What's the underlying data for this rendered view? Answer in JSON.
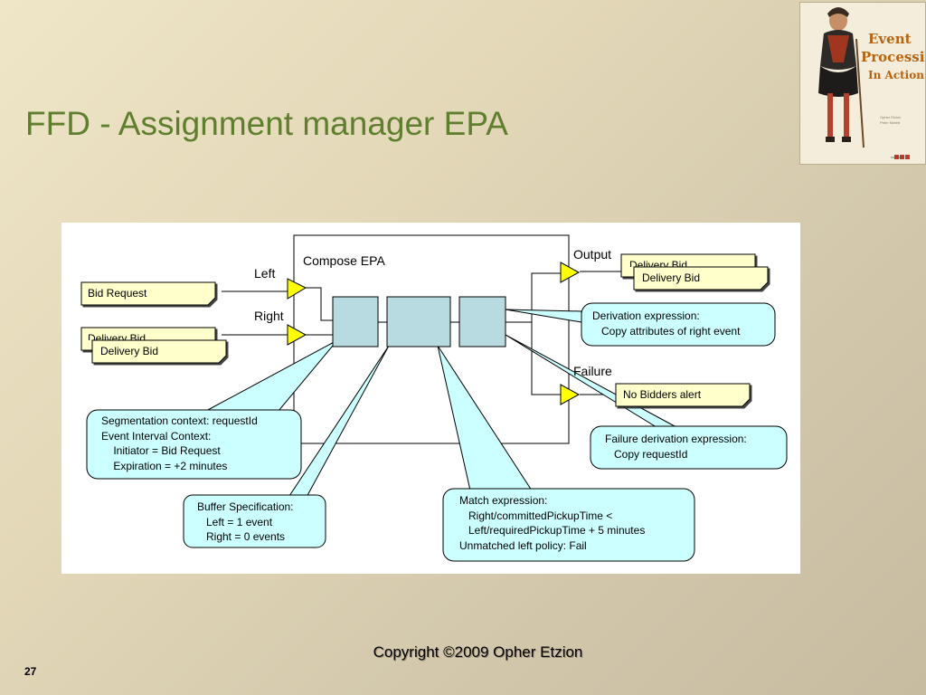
{
  "slide": {
    "title": "FFD - Assignment manager EPA",
    "page_number": "27",
    "copyright": "Copyright ©2009 Opher Etzion"
  },
  "book_cover": {
    "title_lines": [
      "Event",
      "Processing",
      "In Action"
    ],
    "authors": "Opher Etzion\nPeter Niblett",
    "publisher": "MANNING"
  },
  "diagram": {
    "epa_label": "Compose EPA",
    "ports": {
      "left": "Left",
      "right": "Right",
      "output": "Output",
      "failure": "Failure"
    },
    "events": {
      "bid_request": "Bid Request",
      "delivery_bid_back": "Delivery Bid",
      "delivery_bid_front": "Delivery Bid",
      "output_back": "Delivery Bid",
      "output_front": "Delivery Bid",
      "no_bidders_alert": "No Bidders alert"
    },
    "callouts": {
      "context": "Segmentation context: requestId\nEvent Interval Context:\n    Initiator = Bid Request\n    Expiration = +2 minutes",
      "buffer": "Buffer Specification:\n   Left = 1 event\n   Right = 0 events",
      "match": "Match expression:\n   Right/committedPickupTime <\n   Left/requiredPickupTime + 5 minutes\nUnmatched left policy: Fail",
      "derivation": "Derivation expression:\n   Copy attributes of right event",
      "failure_derivation": "Failure derivation expression:\n   Copy requestId"
    }
  },
  "colors": {
    "title": "#5f7f2f",
    "event_fill": "#ffffcc",
    "callout_fill": "#ccffff",
    "stage_fill": "#b7dbe1",
    "port_fill": "#ffff00"
  }
}
